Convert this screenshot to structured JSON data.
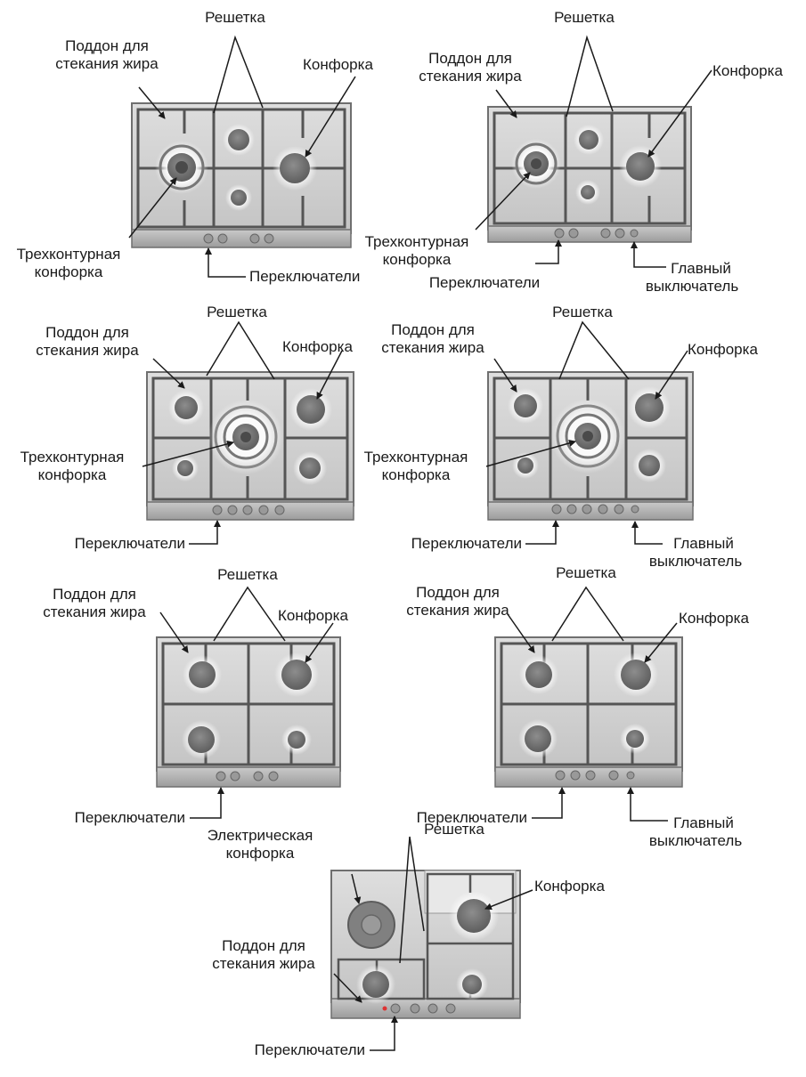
{
  "labels": {
    "reshetka": "Решетка",
    "poddon_1": "Поддон для",
    "poddon_2": "стекания жира",
    "konforka": "Конфорка",
    "trekh_1": "Трехконтурная",
    "trekh_2": "конфорка",
    "pereklyuchateli": "Переключатели",
    "glavny_1": "Главный",
    "glavny_2": "выключатель",
    "elektr_1": "Электрическая",
    "elektr_2": "конфорка"
  },
  "colors": {
    "metal_light": "#d9d9d9",
    "metal_mid": "#b8b8b8",
    "metal_dark": "#8a8a8a",
    "grate": "#555555",
    "burner": "#7a7a7a",
    "leader": "#1a1a1a"
  }
}
